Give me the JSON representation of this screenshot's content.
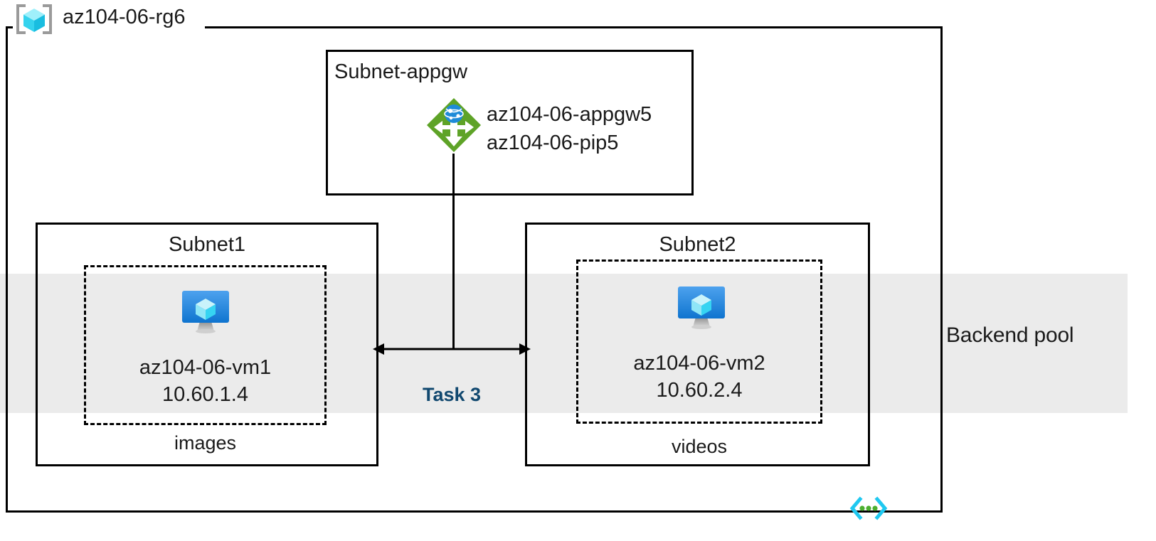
{
  "diagram": {
    "title": "az104-06-rg6",
    "resource_group": {
      "name": "az104-06-rg6",
      "icon": "resource-group-cube-icon"
    },
    "vnet_icon": "virtual-network-icon",
    "backend_pool": {
      "label": "Backend pool",
      "band_color": "#ebebeb"
    },
    "task": {
      "label": "Task 3",
      "color": "#11486f"
    },
    "subnets": [
      {
        "id": "subnet-appgw",
        "title": "Subnet-appgw",
        "resources": [
          {
            "icon": "application-gateway-icon",
            "line1": "az104-06-appgw5",
            "line2": "az104-06-pip5"
          }
        ]
      },
      {
        "id": "subnet1",
        "title": "Subnet1",
        "vm_icon": "virtual-machine-icon",
        "vm_name": "az104-06-vm1",
        "vm_ip": "10.60.1.4",
        "below_label": "images"
      },
      {
        "id": "subnet2",
        "title": "Subnet2",
        "vm_icon": "virtual-machine-icon",
        "vm_name": "az104-06-vm2",
        "vm_ip": "10.60.2.4",
        "below_label": "videos"
      }
    ],
    "colors": {
      "appgw_green": "#5ea327",
      "appgw_globe_blue": "#1f8bd8",
      "vm_blue": "#1b84e0",
      "cube_cyan": "#41e3f5",
      "vnet_cyan": "#1fc8f0",
      "vnet_green": "#4caf2f",
      "border": "#000000",
      "band": "#ebebeb"
    }
  }
}
